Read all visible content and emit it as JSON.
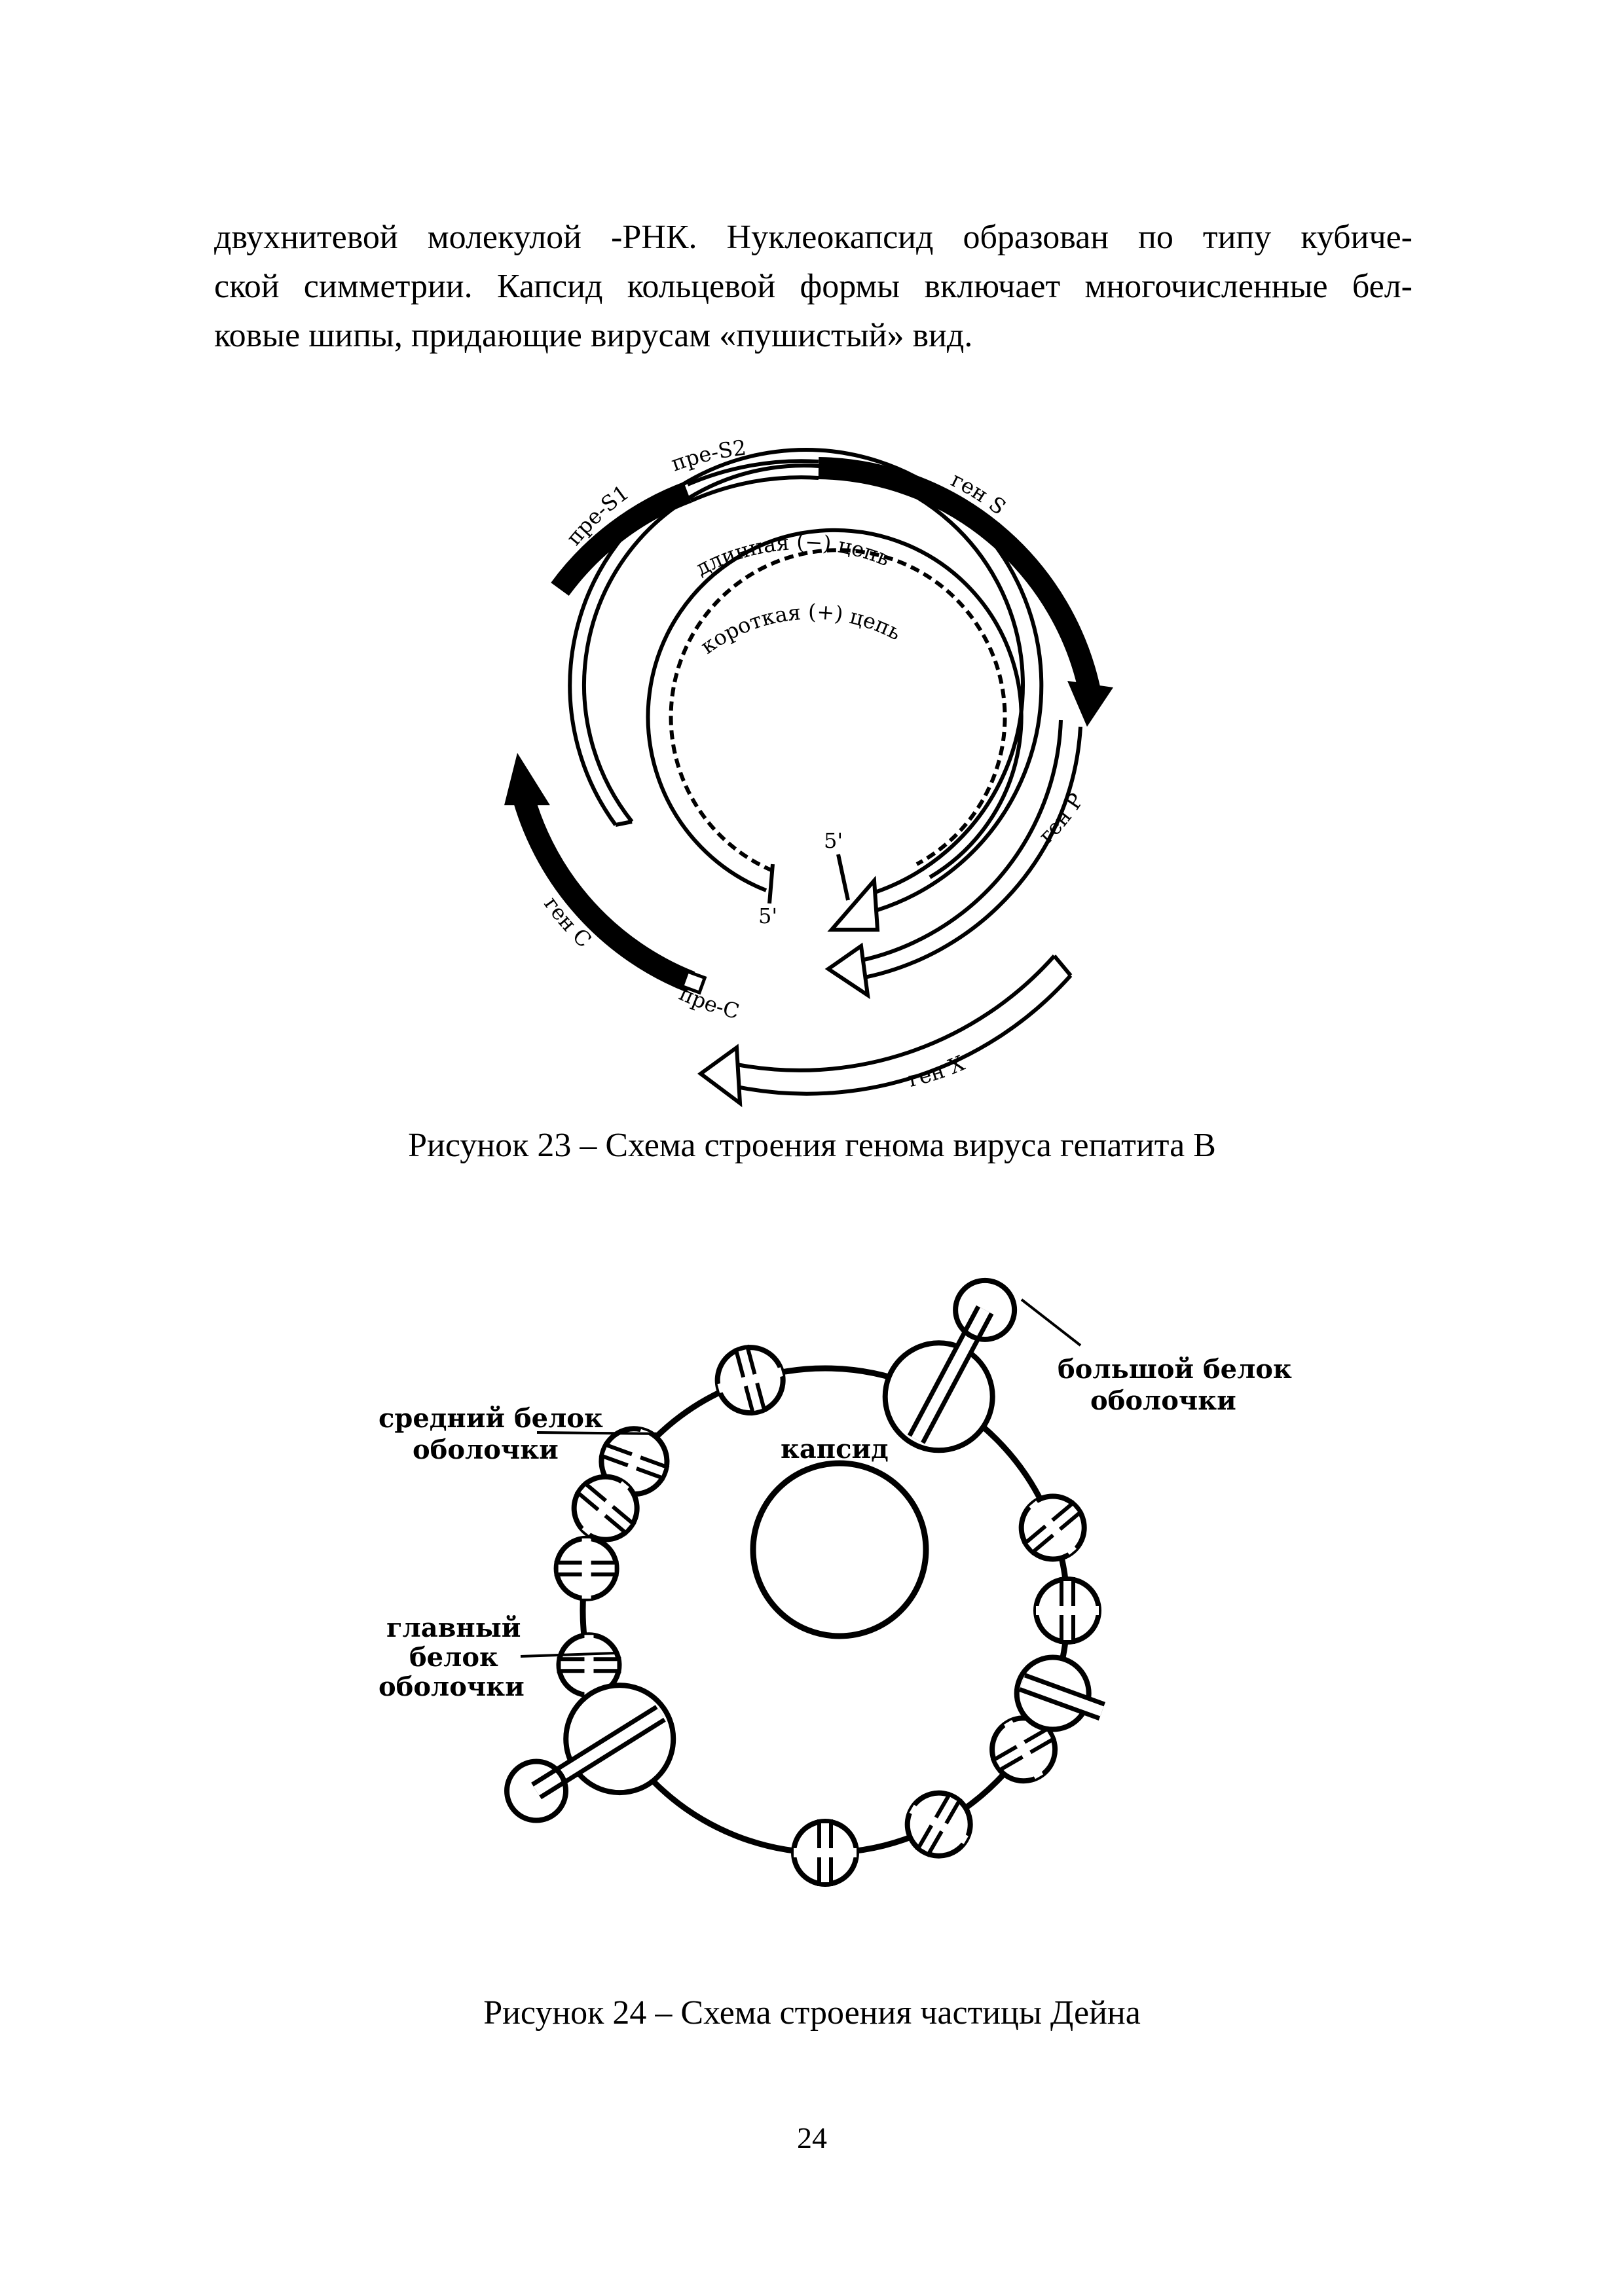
{
  "paragraph": {
    "lines": [
      "двухнитевой молекулой -РНК. Нуклеокапсид образован по типу кубиче-",
      "ской симметрии. Капсид кольцевой формы включает многочисленные бел-",
      "ковые шипы, придающие вирусам «пушистый» вид."
    ]
  },
  "figure23": {
    "caption": "Рисунок 23 – Схема строения генома вируса гепатита В",
    "labels": {
      "pre_s2": "пре-S2",
      "pre_s1": "пре-S1",
      "gene_s": "ген S",
      "long_strand": "длинная (−) цепь",
      "short_strand": "короткая (+) цепь",
      "gene_p": "ген P",
      "five_prime_top": "5'",
      "five_prime_bottom": "5'",
      "gene_c": "ген C",
      "pre_c": "пре-C",
      "gene_x": "ген X"
    }
  },
  "figure24": {
    "caption": "Рисунок 24 – Схема строения частицы Дейна",
    "labels": {
      "medium_protein_1": "средний белок",
      "medium_protein_2": "оболочки",
      "large_protein_1": "большой белок",
      "large_protein_2": "оболочки",
      "capsid": "капсид",
      "main_protein_1": "главный",
      "main_protein_2": "белок",
      "main_protein_3": "оболочки"
    }
  },
  "page_number": "24"
}
